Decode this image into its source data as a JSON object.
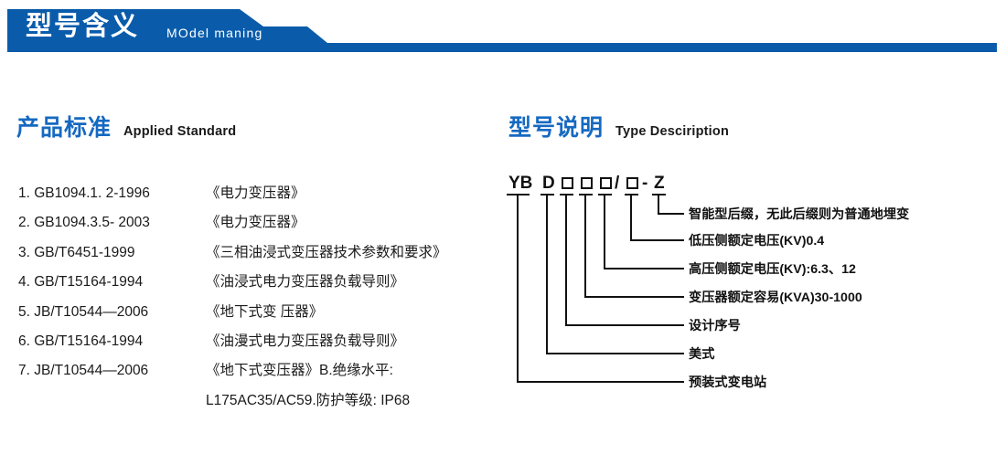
{
  "banner": {
    "title_cn": "型号含义",
    "title_en": "MOdel maning",
    "color": "#0a5cab"
  },
  "sections": {
    "standard": {
      "cn": "产品标准",
      "en": "Applied Standard"
    },
    "type": {
      "cn": "型号说明",
      "en": "Type Desciription"
    }
  },
  "heading_color": "#1669c1",
  "standards": [
    {
      "code": "1. GB1094.1. 2-1996",
      "name": "《电力变压器》"
    },
    {
      "code": "2. GB1094.3.5- 2003",
      "name": "《电力变压器》"
    },
    {
      "code": "3. GB/T6451-1999",
      "name": "《三相油浸式变压器技术参数和要求》"
    },
    {
      "code": "4. GB/T15164-1994",
      "name": "《油浸式电力变压器负载导则》"
    },
    {
      "code": "5. JB/T10544—2006",
      "name": "《地下式变 压器》"
    },
    {
      "code": "6. GB/T15164-1994",
      "name": "《油漫式电力变压器负载导则》"
    },
    {
      "code": "7. JB/T10544—2006",
      "name": "《地下式变压器》B.绝缘水平:"
    },
    {
      "code": "",
      "name": "L175AC35/AC59.防护等级: IP68",
      "continuation": true
    }
  ],
  "type_code": {
    "parts": [
      {
        "kind": "text",
        "text": "YB"
      },
      {
        "kind": "text",
        "text": "D"
      },
      {
        "kind": "box",
        "text": "□"
      },
      {
        "kind": "box",
        "text": "□"
      },
      {
        "kind": "box",
        "text": "□"
      },
      {
        "kind": "text",
        "text": "/"
      },
      {
        "kind": "box",
        "text": "□"
      },
      {
        "kind": "text",
        "text": "-"
      },
      {
        "kind": "text",
        "text": "Z"
      }
    ],
    "display": "YB D □□□/□ - Z"
  },
  "type_labels": [
    "智能型后缀，无此后缀则为普通地埋变",
    "低压侧额定电压(KV)0.4",
    "高压侧额定电压(KV):6.3、12",
    "变压器额定容易(KVA)30-1000",
    "设计序号",
    "美式",
    "预装式变电站"
  ]
}
